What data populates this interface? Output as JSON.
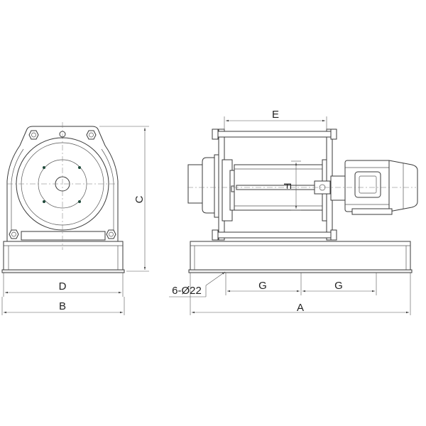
{
  "labels": {
    "a": "A",
    "b": "B",
    "c": "C",
    "d": "D",
    "e": "E",
    "f": "F",
    "g_left": "G",
    "g_right": "G",
    "holes": "6-Ø22"
  }
}
